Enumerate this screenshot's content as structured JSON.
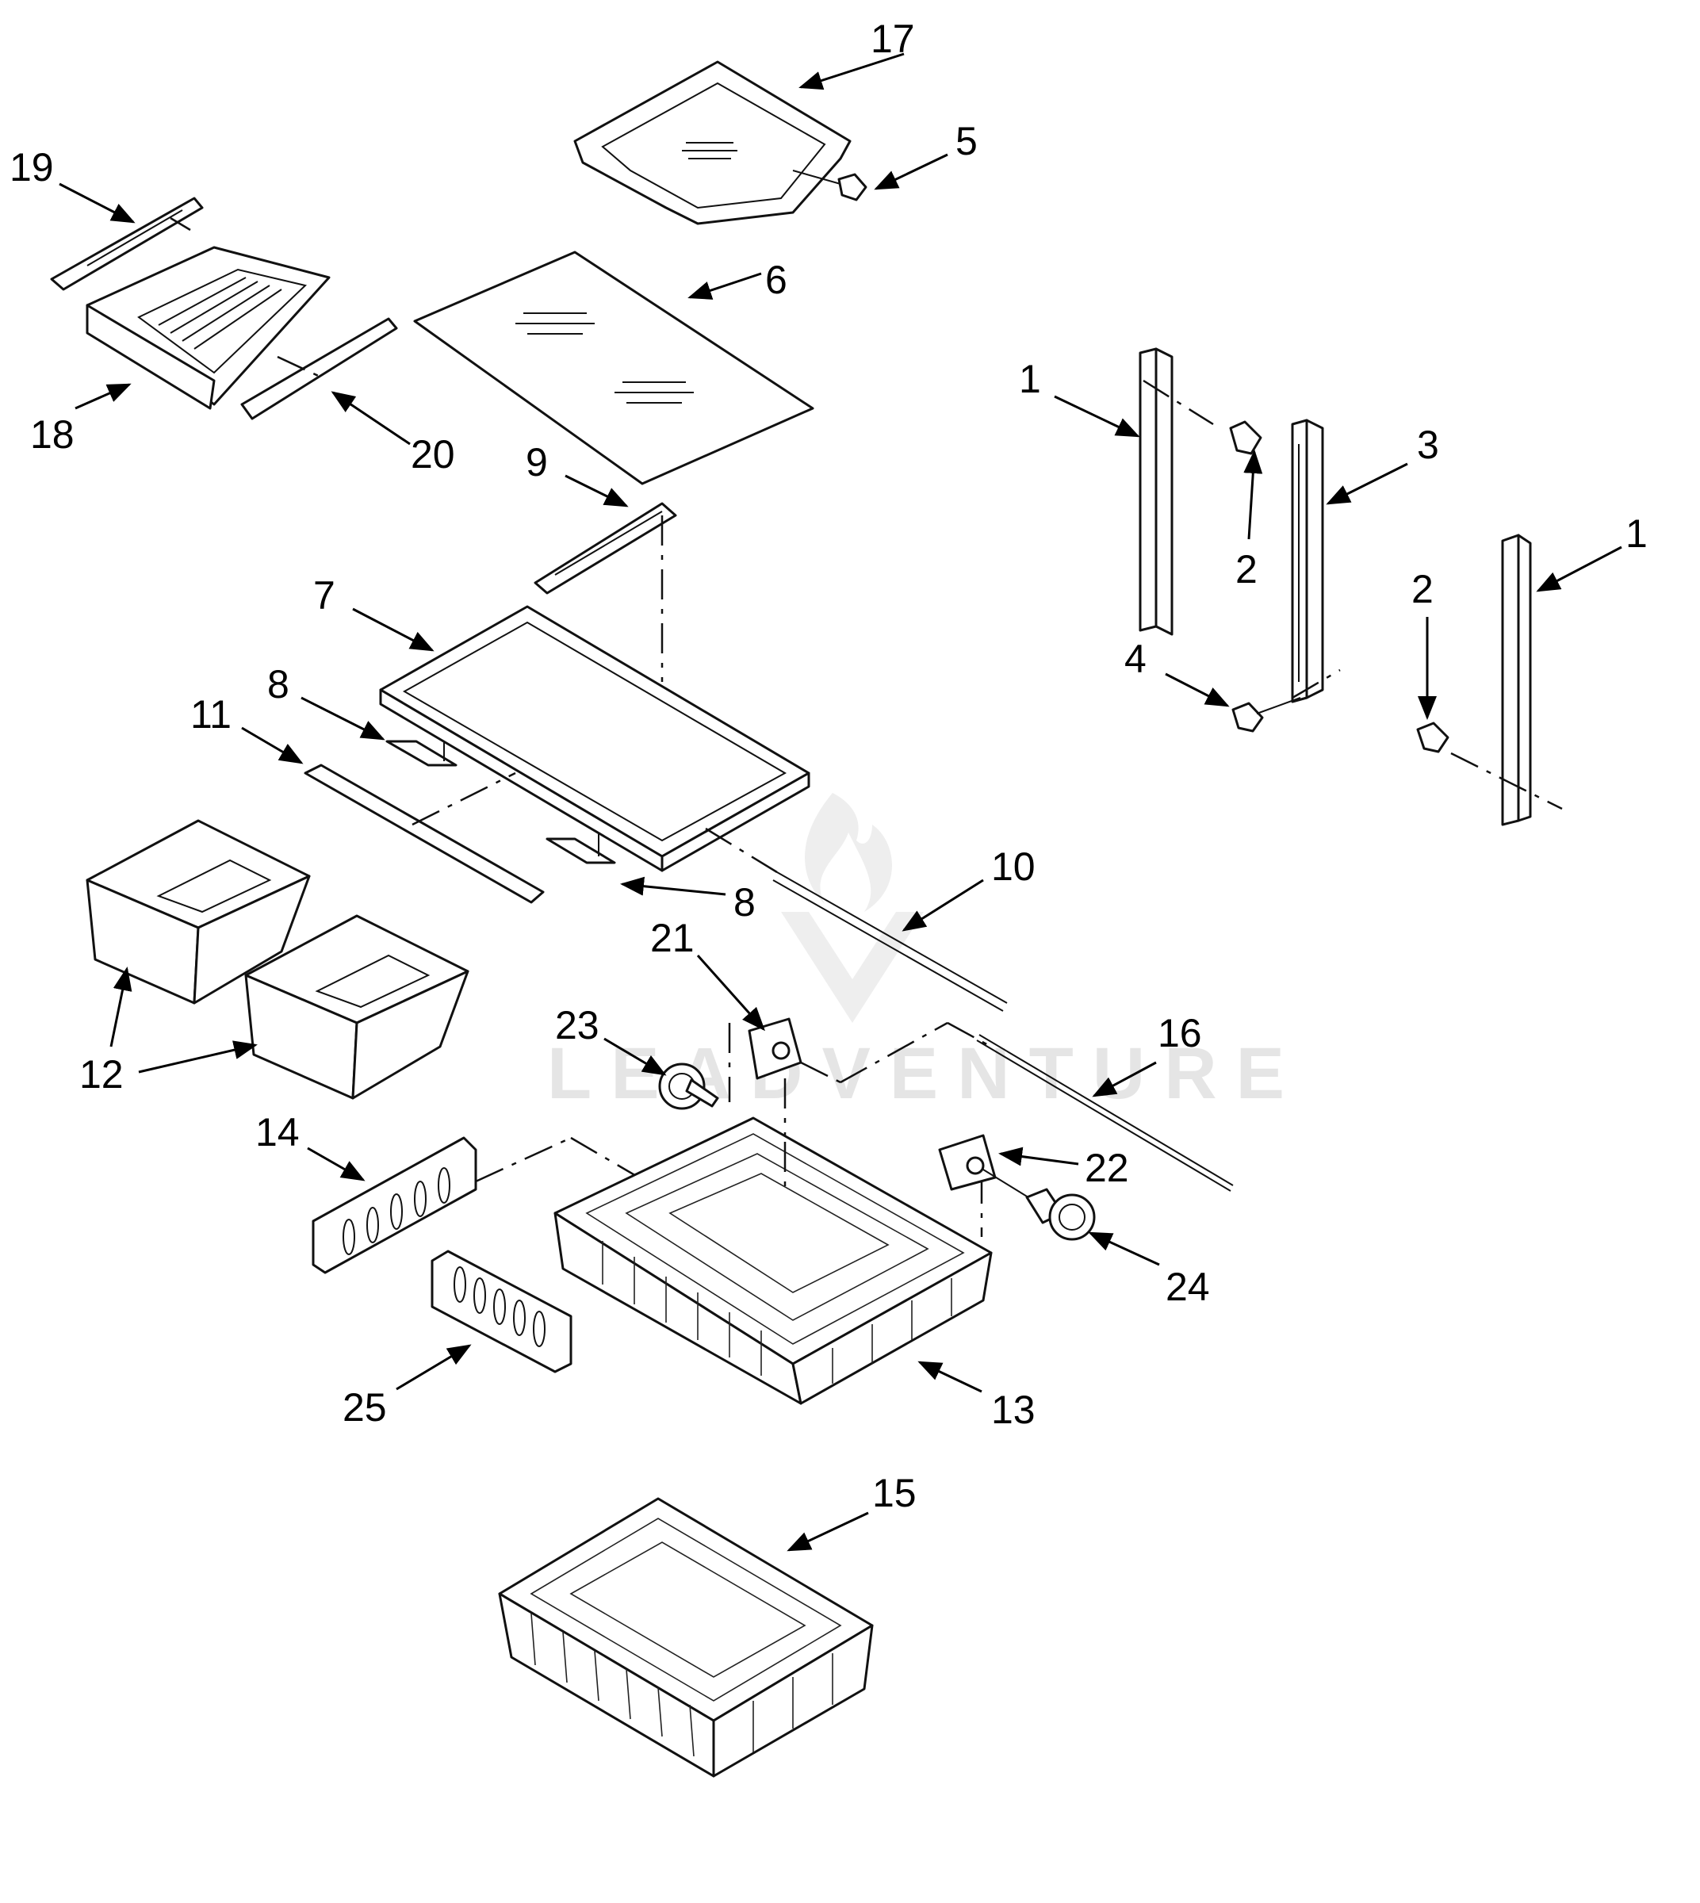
{
  "watermark": {
    "text": "LEADVENTURE"
  },
  "callouts": [
    {
      "id": "c17",
      "label": "17"
    },
    {
      "id": "c5",
      "label": "5"
    },
    {
      "id": "c19",
      "label": "19"
    },
    {
      "id": "c6",
      "label": "6"
    },
    {
      "id": "c18",
      "label": "18"
    },
    {
      "id": "c20",
      "label": "20"
    },
    {
      "id": "c1a",
      "label": "1"
    },
    {
      "id": "c3",
      "label": "3"
    },
    {
      "id": "c2a",
      "label": "2"
    },
    {
      "id": "c1b",
      "label": "1"
    },
    {
      "id": "c2b",
      "label": "2"
    },
    {
      "id": "c4",
      "label": "4"
    },
    {
      "id": "c9",
      "label": "9"
    },
    {
      "id": "c7",
      "label": "7"
    },
    {
      "id": "c8a",
      "label": "8"
    },
    {
      "id": "c11",
      "label": "11"
    },
    {
      "id": "c8b",
      "label": "8"
    },
    {
      "id": "c10",
      "label": "10"
    },
    {
      "id": "c21",
      "label": "21"
    },
    {
      "id": "c23",
      "label": "23"
    },
    {
      "id": "c16",
      "label": "16"
    },
    {
      "id": "c12",
      "label": "12"
    },
    {
      "id": "c14",
      "label": "14"
    },
    {
      "id": "c22",
      "label": "22"
    },
    {
      "id": "c24",
      "label": "24"
    },
    {
      "id": "c25",
      "label": "25"
    },
    {
      "id": "c13",
      "label": "13"
    },
    {
      "id": "c15",
      "label": "15"
    }
  ]
}
